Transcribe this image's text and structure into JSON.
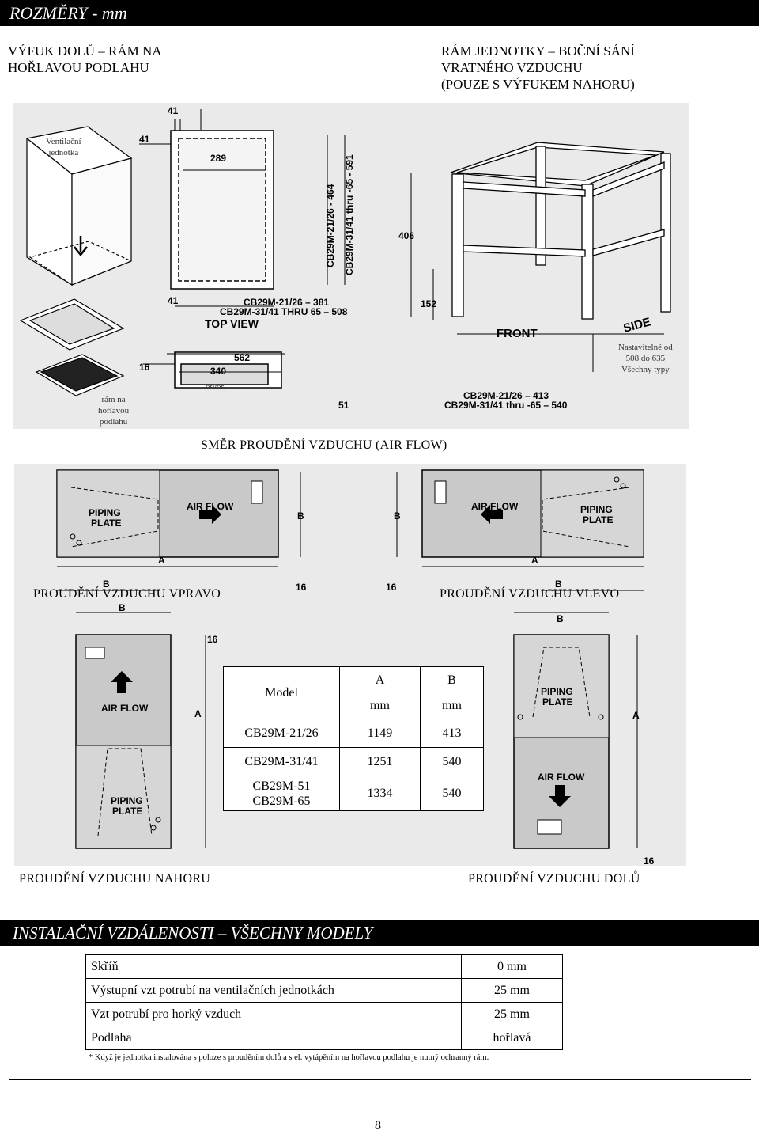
{
  "header": {
    "title": "ROZMĚRY - mm"
  },
  "headings": {
    "left": [
      "VÝFUK DOLŮ – RÁM NA",
      "HOŘLAVOU PODLAHU"
    ],
    "right": [
      "RÁM JEDNOTKY – BOČNÍ SÁNÍ",
      "VRATNÉHO VZDUCHU",
      "(POUZE S VÝFUKEM NAHORU)"
    ]
  },
  "figure1": {
    "labels": {
      "unit": [
        "Ventilační",
        "jednotka"
      ],
      "frame": [
        "rám na",
        "hořlavou",
        "podlahu"
      ],
      "opening": "otvor"
    },
    "dims": {
      "d41a": "41",
      "d41b": "41",
      "d41c": "41",
      "d289": "289",
      "v464": "CB29M-21/26 - 464",
      "v591": "CB29M-31/41 thru -65 - 591",
      "m381": "CB29M-21/26 – 381",
      "m508": "CB29M-31/41 THRU 65 – 508",
      "top_view": "TOP VIEW",
      "d16": "16",
      "d562": "562",
      "d340": "340",
      "d51": "51"
    }
  },
  "figure2": {
    "dims": {
      "d406": "406",
      "d152": "152",
      "m413": "CB29M-21/26 – 413",
      "m540": "CB29M-31/41 thru -65 – 540"
    },
    "labels": {
      "front": "FRONT",
      "side": "SIDE",
      "adjust": [
        "Nastavitelné od",
        "508 do 635",
        "Všechny typy"
      ]
    }
  },
  "airflow_title": "SMĚR PROUDĚNÍ VZDUCHU (AIR FLOW)",
  "diagram_text": {
    "piping": [
      "PIPING",
      "PLATE"
    ],
    "air_flow": "AIR FLOW",
    "a": "A",
    "b": "B",
    "d16": "16"
  },
  "captions": {
    "right": "PROUDĚNÍ VZDUCHU VPRAVO",
    "left": "PROUDĚNÍ VZDUCHU VLEVO",
    "up": "PROUDĚNÍ VZDUCHU NAHORU",
    "down": "PROUDĚNÍ VZDUCHU DOLŮ"
  },
  "model_table": {
    "headers": [
      "Model",
      "A",
      "B"
    ],
    "units": [
      "mm",
      "mm"
    ],
    "rows": [
      {
        "model": "CB29M-21/26",
        "a": "1149",
        "b": "413"
      },
      {
        "model": "CB29M-31/41",
        "a": "1251",
        "b": "540"
      },
      {
        "model": "CB29M-51",
        "model2": "CB29M-65",
        "a": "1334",
        "b": "540"
      }
    ]
  },
  "clearance": {
    "title": "INSTALAČNÍ VZDÁLENOSTI – VŠECHNY MODELY",
    "rows": [
      {
        "item": "Skříň",
        "value": "0 mm"
      },
      {
        "item": "Výstupní vzt potrubí na ventilačních jednotkách",
        "value": "25 mm"
      },
      {
        "item": "Vzt potrubí pro horký vzduch",
        "value": "25 mm"
      },
      {
        "item": "Podlaha",
        "value": "hořlavá"
      }
    ],
    "note": "* Když je jednotka instalována s poloze s prouděním dolů a s el. vytápěním na hořlavou podlahu je nutný ochranný rám."
  },
  "footer": {
    "page_number": "8"
  }
}
